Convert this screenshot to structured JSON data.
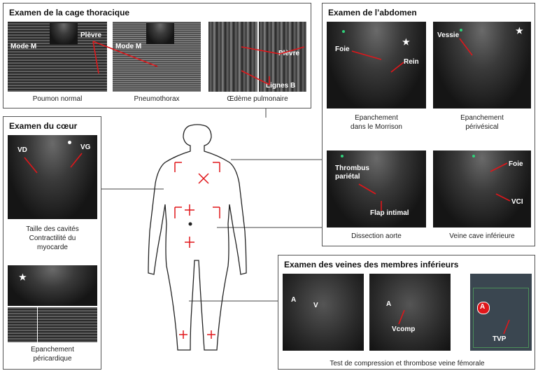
{
  "panels": {
    "thorax": {
      "title": "Examen de la cage thoracique",
      "captions": [
        "Poumon normal",
        "Pneumothorax",
        "Œdème pulmonaire"
      ],
      "labels": {
        "mode_m_1": "Mode M",
        "plevre_1": "Plèvre",
        "mode_m_2": "Mode M",
        "plevre_2": "Plèvre",
        "lignes_b": "Lignes B"
      }
    },
    "abdomen": {
      "title": "Examen de l’abdomen",
      "captions": [
        "Epanchement\ndans le Morrison",
        "Epanchement\npérivésical",
        "Dissection aorte",
        "Veine cave inférieure"
      ],
      "labels": {
        "foie_1": "Foie",
        "rein": "Rein",
        "vessie": "Vessie",
        "thrombus": "Thrombus\npariétal",
        "flap": "Flap intimal",
        "foie_2": "Foie",
        "vci": "VCI"
      }
    },
    "heart": {
      "title": "Examen du cœur",
      "captions": [
        "Taille des cavités\nContractilité du\nmyocarde",
        "Epanchement\npéricardique"
      ],
      "labels": {
        "vd": "VD",
        "vg": "VG"
      }
    },
    "veins": {
      "title": "Examen des veines des membres inférieurs",
      "caption": "Test de compression et thrombose veine fémorale",
      "labels": {
        "a1": "A",
        "v1": "V",
        "a2": "A",
        "vcomp": "Vcomp",
        "a3": "A",
        "tvp": "TVP"
      }
    }
  },
  "symbols": {
    "star": "★"
  },
  "colors": {
    "arrow": "#e0161a",
    "border": "#555555",
    "marker": "#e0161a",
    "badge": "#e0161a"
  }
}
